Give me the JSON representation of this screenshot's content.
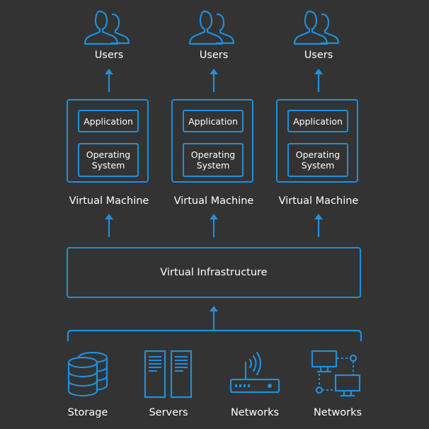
{
  "users": [
    {
      "label": "Users"
    },
    {
      "label": "Users"
    },
    {
      "label": "Users"
    }
  ],
  "virtual_machines": [
    {
      "application": "Application",
      "os_line1": "Operating",
      "os_line2": "System",
      "label": "Virtual Machine"
    },
    {
      "application": "Application",
      "os_line1": "Operating",
      "os_line2": "System",
      "label": "Virtual Machine"
    },
    {
      "application": "Application",
      "os_line1": "Operating",
      "os_line2": "System",
      "label": "Virtual Machine"
    }
  ],
  "infrastructure": {
    "label": "Virtual Infrastructure"
  },
  "resources": [
    {
      "label": "Storage",
      "icon": "database-icon"
    },
    {
      "label": "Servers",
      "icon": "server-rack-icon"
    },
    {
      "label": "Networks",
      "icon": "router-icon"
    },
    {
      "label": "Networks",
      "icon": "network-computers-icon"
    }
  ],
  "colors": {
    "accent": "#1f8fdc",
    "background": "#333333",
    "text": "#ffffff"
  }
}
